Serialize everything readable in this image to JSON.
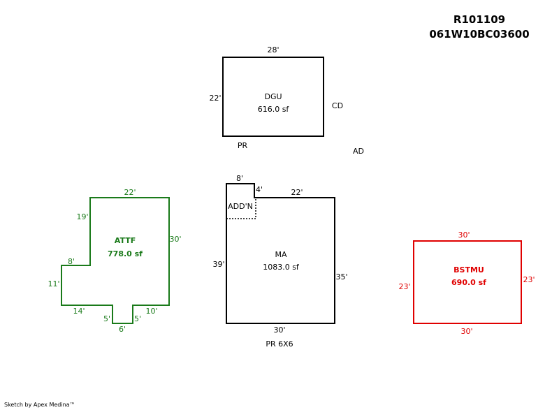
{
  "header": {
    "account": "R101109",
    "map_number": "061W10BC03600"
  },
  "colors": {
    "black": "#000000",
    "green": "#1a7a1a",
    "red": "#e00000"
  },
  "areas": {
    "dgu": {
      "code": "DGU",
      "area": "616.0 sf",
      "dims": {
        "top": "28'",
        "left": "22'"
      }
    },
    "ma": {
      "code": "MA",
      "area": "1083.0 sf",
      "dims": {
        "top_notch": "8'",
        "notch_side": "4'",
        "top": "22'",
        "left": "39'",
        "right": "35'",
        "bottom": "30'"
      },
      "sub_area": "ADD'N"
    },
    "attf": {
      "code": "ATTF",
      "area": "778.0 sf",
      "dims": {
        "top": "22'",
        "left_upper": "19'",
        "right": "30'",
        "step": "8'",
        "left_lower": "11'",
        "bottom_left": "14'",
        "bottom_right": "10'",
        "notch_left": "5'",
        "notch_right": "5'",
        "notch_bottom": "6'"
      }
    },
    "bstmu": {
      "code": "BSTMU",
      "area": "690.0 sf",
      "dims": {
        "top": "30'",
        "bottom": "30'",
        "left": "23'",
        "right": "23'"
      }
    }
  },
  "annotations": {
    "cd": "CD",
    "ad": "AD",
    "pr": "PR",
    "pr_6x6": "PR 6X6"
  },
  "footer": "Sketch by Apex Medina™"
}
